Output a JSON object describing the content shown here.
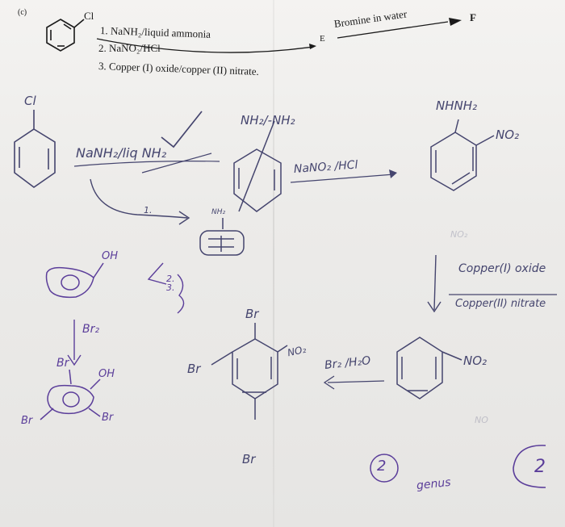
{
  "question": {
    "part_label": "(c)",
    "reactant_substituent": "Cl",
    "steps": [
      "1. NaNH₂/liquid ammonia",
      "2. NaNO₂/HCl",
      "3. Copper (I) oxide/copper (II) nitrate."
    ],
    "product_e": "E",
    "bromine_reagent": "Bromine in water",
    "product_f": "F"
  },
  "handwritten": {
    "left_cl": "Cl",
    "reagent_nanh2": "NaNH₂/liq NH₂",
    "top_amine_labels": "NH₂/-NH₂",
    "small_nh2": "NH₂",
    "loop_mark": "1.",
    "reagent_nano2": "NaNO₂ /HCl",
    "right_nhnh2": "NHNH₂",
    "right_no2": "NO₂",
    "faint_no2": "NO₂",
    "copper_reagent": "Copper(I) oxide",
    "copper_reagent_2": "Copper(II) nitrate",
    "phenol_oh": "OH",
    "steps_23": "2.\n3.",
    "br2_left": "Br₂",
    "tribromo_br_top": "Br",
    "tribromo_oh": "OH",
    "tribromo_br_left": "Br",
    "tribromo_br_right": "Br",
    "center_br_top": "Br",
    "center_br_left": "Br",
    "center_br_bottom": "Br",
    "center_no2": "NO₂",
    "br2_h2o": "Br₂ /H₂O",
    "bottom_no2": "NO₂",
    "faint_no2_bottom": "NO",
    "circled_2": "2",
    "genes_word": "genus",
    "big_2": "2"
  },
  "colors": {
    "pencil_blue": "#45456e",
    "pen_purple": "#5b3e9a",
    "print": "#1a1a1a"
  }
}
